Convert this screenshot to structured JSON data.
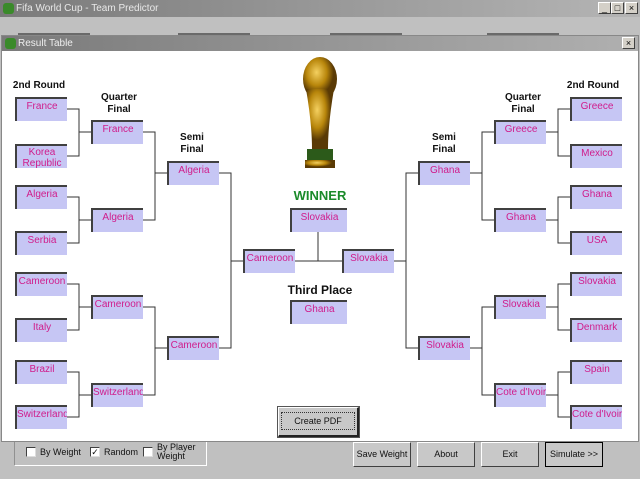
{
  "app_title": "Fifa World Cup - Team Predictor",
  "window_title": "Result Table",
  "headers": {
    "round16": "2nd Round",
    "qf": "Quarter Final",
    "sf": "Semi Final",
    "winner": "WINNER",
    "third": "Third Place"
  },
  "left": {
    "round16": [
      "France",
      "Korea Republic",
      "Algeria",
      "Serbia",
      "Cameroon",
      "Italy",
      "Brazil",
      "Switzerland"
    ],
    "qf": [
      "France",
      "Algeria",
      "Cameroon",
      "Switzerland"
    ],
    "sf": [
      "Algeria",
      "Cameroon"
    ],
    "final": "Cameroon"
  },
  "right": {
    "round16": [
      "Greece",
      "Mexico",
      "Ghana",
      "USA",
      "Slovakia",
      "Denmark",
      "Spain",
      "Cote d'Ivoire"
    ],
    "qf": [
      "Greece",
      "Ghana",
      "Slovakia",
      "Cote d'Ivoire"
    ],
    "sf": [
      "Ghana",
      "Slovakia"
    ],
    "final": "Slovakia"
  },
  "winner": "Slovakia",
  "third_place": "Ghana",
  "create_pdf": "Create PDF",
  "options": [
    {
      "label": "By Weight",
      "checked": false
    },
    {
      "label": "Random",
      "checked": true
    },
    {
      "label": "By Player Weight",
      "checked": false
    }
  ],
  "buttons": {
    "save": "Save Weight",
    "about": "About",
    "exit": "Exit",
    "simulate": "Simulate >>"
  },
  "colors": {
    "box": "#c6c6f4",
    "team_text": "#d01c8b",
    "winner": "#1a8a2a"
  }
}
